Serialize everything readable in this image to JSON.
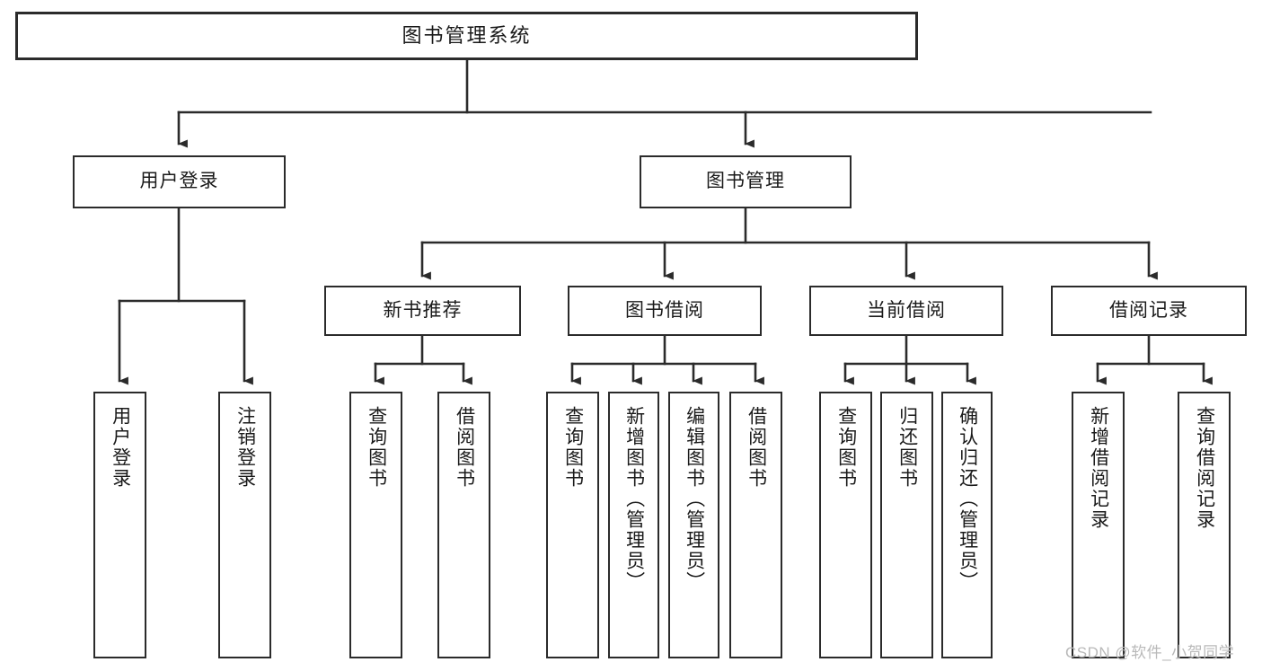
{
  "diagram": {
    "type": "tree-hierarchy",
    "title": "图书管理系统",
    "root": {
      "label": "图书管理系统"
    },
    "level2": [
      {
        "id": "user-login",
        "label": "用户登录"
      },
      {
        "id": "book-manage",
        "label": "图书管理"
      }
    ],
    "level3": [
      {
        "id": "new-book-recommend",
        "label": "新书推荐"
      },
      {
        "id": "book-borrow",
        "label": "图书借阅"
      },
      {
        "id": "current-borrow",
        "label": "当前借阅"
      },
      {
        "id": "borrow-record",
        "label": "借阅记录"
      }
    ],
    "leaves": {
      "user_login": [
        {
          "id": "leaf-user-login",
          "label": "用户登录"
        },
        {
          "id": "leaf-logout-login",
          "label": "注销登录"
        }
      ],
      "new_book_recommend": [
        {
          "id": "leaf-query-book-1",
          "label": "查询图书"
        },
        {
          "id": "leaf-borrow-book-1",
          "label": "借阅图书"
        }
      ],
      "book_borrow": [
        {
          "id": "leaf-query-book-2",
          "label": "查询图书"
        },
        {
          "id": "leaf-add-book",
          "label": "新增图书（管理员）"
        },
        {
          "id": "leaf-edit-book",
          "label": "编辑图书（管理员）"
        },
        {
          "id": "leaf-borrow-book-2",
          "label": "借阅图书"
        }
      ],
      "current_borrow": [
        {
          "id": "leaf-query-book-3",
          "label": "查询图书"
        },
        {
          "id": "leaf-return-book",
          "label": "归还图书"
        },
        {
          "id": "leaf-confirm-return",
          "label": "确认归还（管理员）"
        }
      ],
      "borrow_record": [
        {
          "id": "leaf-add-record",
          "label": "新增借阅记录"
        },
        {
          "id": "leaf-query-record",
          "label": "查询借阅记录"
        }
      ]
    },
    "watermark": "CSDN @软件_小贺同学",
    "colors": {
      "stroke": "#2b2b2b",
      "fill": "#ffffff",
      "text": "#1a1a1a",
      "watermark": "#b9b9b9"
    }
  }
}
